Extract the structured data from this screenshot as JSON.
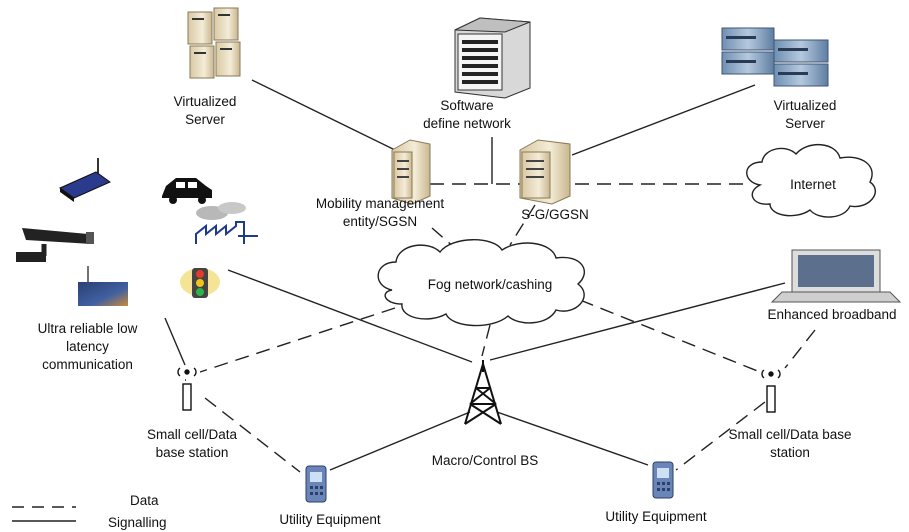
{
  "labels": {
    "server_left": [
      "Virtualized",
      "Server"
    ],
    "server_right": [
      "Virtualized",
      "Server"
    ],
    "sdn": [
      "Software",
      "define network"
    ],
    "mme": [
      "Mobility management",
      "entity/SGSN"
    ],
    "sgw": "S-G/GGSN",
    "internet": "Internet",
    "fog": "Fog network/cashing",
    "broadband": "Enhanced broadband",
    "urllc": [
      "Ultra reliable low",
      "latency",
      "communication"
    ],
    "small_cell_left": [
      "Small cell/Data",
      "base station"
    ],
    "small_cell_right": [
      "Small cell/Data base",
      "station"
    ],
    "macro": "Macro/Control BS",
    "ue_left": "Utility Equipment",
    "ue_right": "Utility Equipment"
  },
  "legend": {
    "data": "Data",
    "signalling": "Signalling"
  },
  "colors": {
    "line": "#222222",
    "server_beige": "#e8dcc2",
    "server_blue": "#8aa7c4",
    "phone_blue": "#6a86b8"
  }
}
